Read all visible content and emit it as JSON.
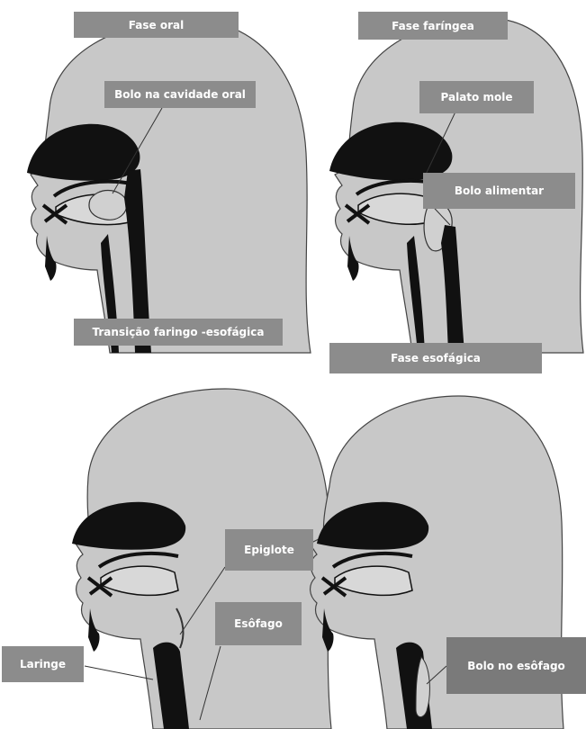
{
  "labels": {
    "fase_oral": "Fase oral",
    "bolo_cavidade_oral": "Bolo na cavidade oral",
    "transicao": "Transição faringo -esofágica",
    "fase_faringea": "Fase faríngea",
    "palato_mole": "Palato mole",
    "bolo_alimentar": "Bolo alimentar",
    "fase_esofagica": "Fase esofágica",
    "epiglote": "Epiglote",
    "esofago": "Esôfago",
    "laringe": "Laringe",
    "bolo_esofago": "Bolo no esôfago"
  },
  "colors": {
    "head_fill": "#c8c8c8",
    "dark_structure": "#111111",
    "label_box": "#8c8c8c",
    "label_text": "#ffffff",
    "background": "#ffffff"
  }
}
